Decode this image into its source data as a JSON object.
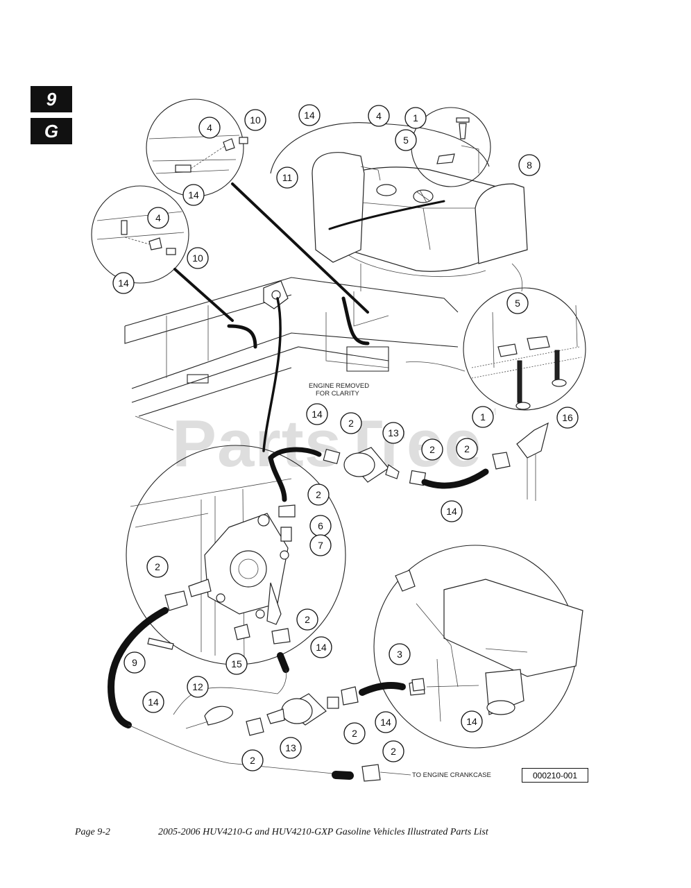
{
  "section_tabs": [
    "9",
    "G"
  ],
  "watermark": {
    "text": "PartsTree",
    "mark": "TM"
  },
  "notes": {
    "engine_removed_line1": "ENGINE REMOVED",
    "engine_removed_line2": "FOR CLARITY",
    "to_crankcase": "TO ENGINE CRANKCASE"
  },
  "drawing_number": "000210-001",
  "footer": {
    "page": "Page 9-2",
    "title": "2005-2006 HUV4210-G and HUV4210-GXP Gasoline Vehicles Illustrated Parts List"
  },
  "callouts": [
    "4",
    "10",
    "14",
    "4",
    "10",
    "14",
    "14",
    "4",
    "1",
    "5",
    "11",
    "8",
    "5",
    "1",
    "16",
    "14",
    "2",
    "13",
    "2",
    "2",
    "14",
    "2",
    "6",
    "7",
    "2",
    "9",
    "2",
    "14",
    "15",
    "12",
    "14",
    "2",
    "13",
    "2",
    "14",
    "3",
    "14",
    "2"
  ]
}
